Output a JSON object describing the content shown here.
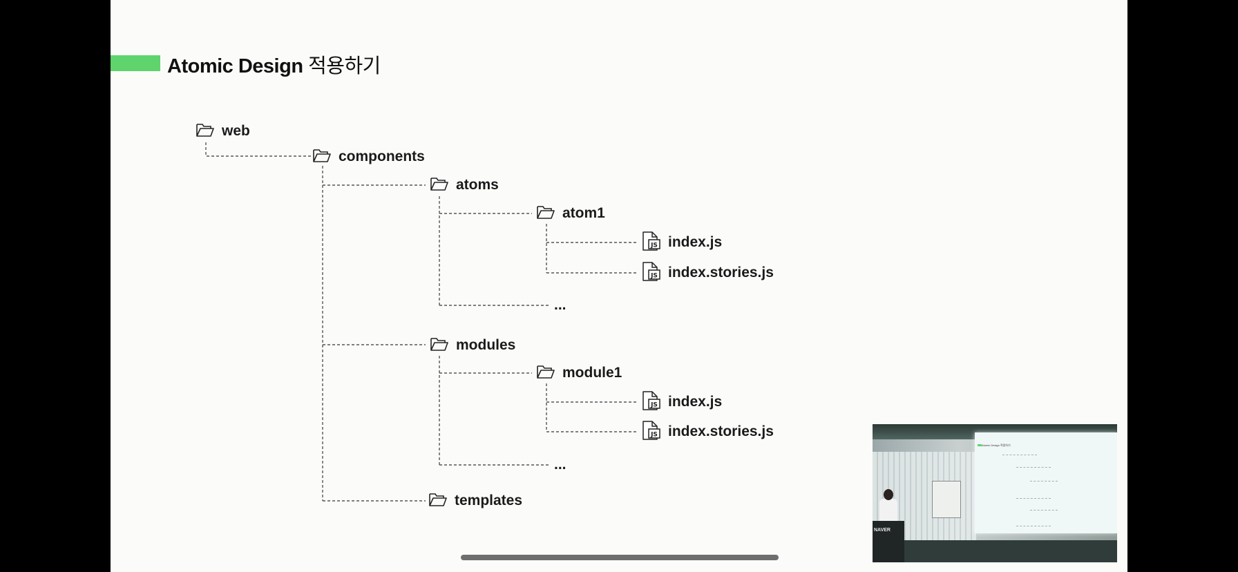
{
  "slide": {
    "title_main": "Atomic Design",
    "title_suffix": " 적용하기",
    "accent_color": "#5fd36c"
  },
  "tree": {
    "web": "web",
    "components": "components",
    "atoms": "atoms",
    "atom1": "atom1",
    "atom1_file1": "index.js",
    "atom1_file2": "index.stories.js",
    "atoms_more": "...",
    "modules": "modules",
    "module1": "module1",
    "module1_file1": "index.js",
    "module1_file2": "index.stories.js",
    "modules_more": "...",
    "templates": "templates"
  },
  "icons": {
    "folder": "folder-open-icon",
    "file": "js-file-icon",
    "file_badge": "JS"
  },
  "pip": {
    "logo": "NAVER",
    "screen_title": "Atomic Design 적용하기"
  }
}
